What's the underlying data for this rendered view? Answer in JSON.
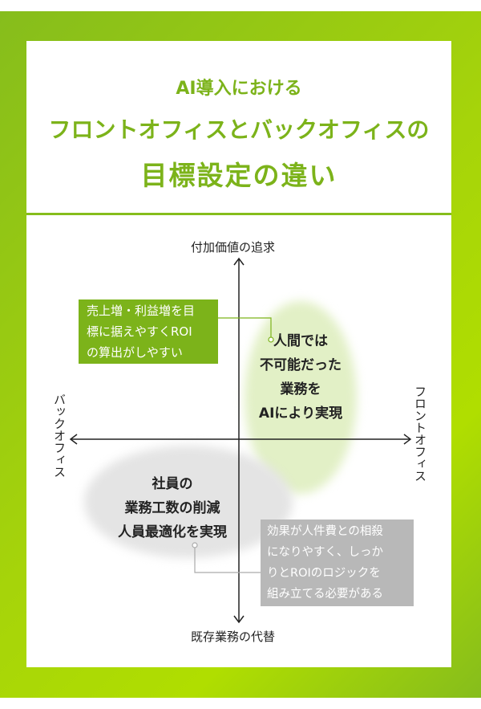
{
  "title": {
    "line1": "AI導入における",
    "line2": "フロントオフィスとバックオフィスの",
    "line3": "目標設定の違い"
  },
  "axes": {
    "top": "付加価値の追求",
    "bottom": "既存業務の代替",
    "left": "バックオフィス",
    "right": "フロントオフィス"
  },
  "front": {
    "center_text": [
      "人間では",
      "不可能だった",
      "業務を",
      "AIにより実現"
    ],
    "note": [
      "売上増・利益増を目",
      "標に据えやすくROI",
      "の算出がしやすい"
    ]
  },
  "back": {
    "center_text": [
      "社員の",
      "業務工数の削減",
      "人員最適化を実現"
    ],
    "note": [
      "効果が人件費との相殺",
      "になりやすく、しっか",
      "りとROIのロジックを",
      "組み立てる必要がある"
    ]
  },
  "colors": {
    "green": "#7cb31a",
    "gray": "#b8b8b8"
  }
}
